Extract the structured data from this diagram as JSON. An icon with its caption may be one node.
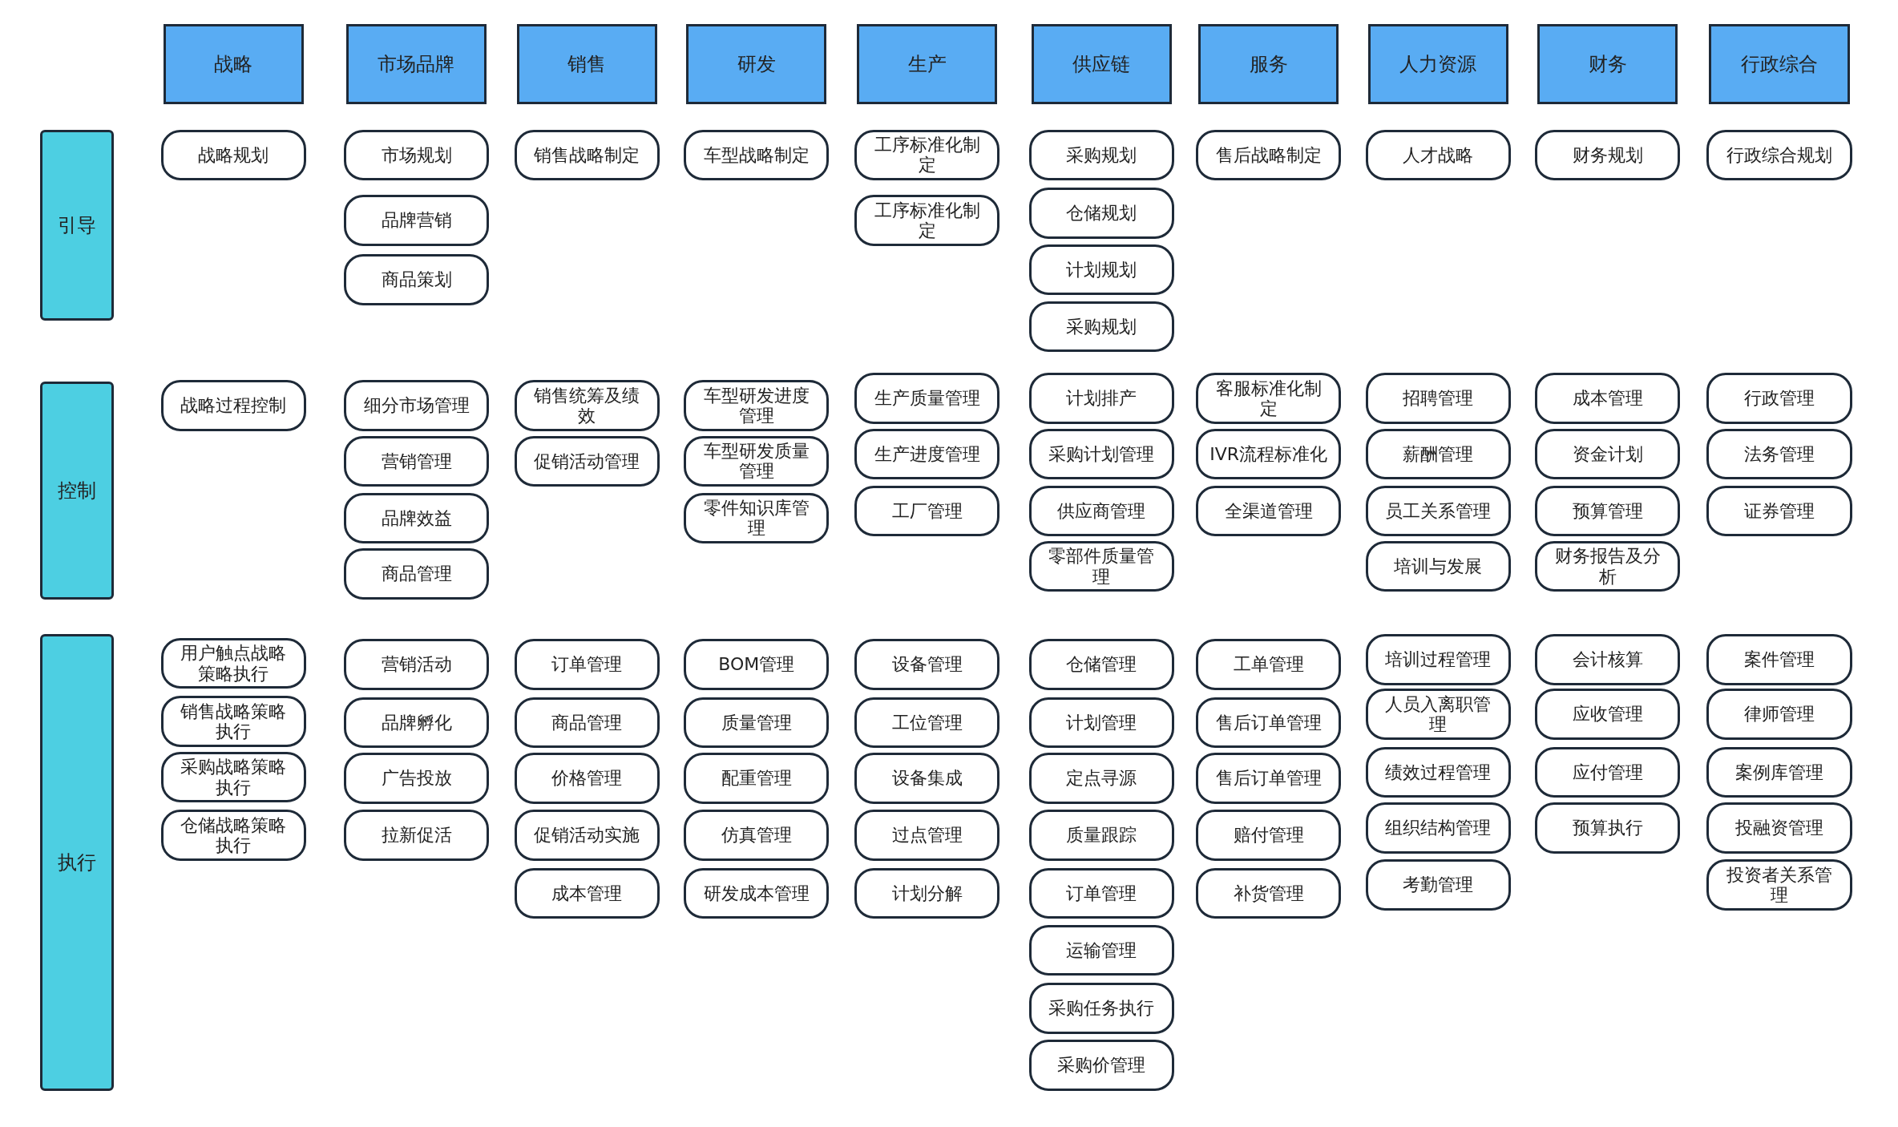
{
  "diagram": {
    "nodes": [
      {
        "text": [
          "战略"
        ]
      },
      {
        "text": [
          "市场品牌"
        ]
      },
      {
        "text": [
          "销售"
        ]
      },
      {
        "text": [
          "研发"
        ]
      },
      {
        "text": [
          "生产"
        ]
      },
      {
        "text": [
          "供应链"
        ]
      },
      {
        "text": [
          "服务"
        ]
      },
      {
        "text": [
          "人力资源"
        ]
      },
      {
        "text": [
          "财务"
        ]
      },
      {
        "text": [
          "行政综合"
        ]
      },
      {
        "text": [
          "引导"
        ]
      },
      {
        "text": [
          "战略规划"
        ]
      },
      {
        "text": [
          "市场规划"
        ]
      },
      {
        "text": [
          "品牌营销"
        ]
      },
      {
        "text": [
          "商品策划"
        ]
      },
      {
        "text": [
          "销售战略制定"
        ]
      },
      {
        "text": [
          "车型战略制定"
        ]
      },
      {
        "text": [
          "工序标准化制定"
        ]
      },
      {
        "text": [
          "工序标准化制定"
        ]
      },
      {
        "text": [
          "采购规划"
        ]
      },
      {
        "text": [
          "仓储规划"
        ]
      },
      {
        "text": [
          "计划规划"
        ]
      },
      {
        "text": [
          "采购规划"
        ]
      },
      {
        "text": [
          "售后战略制定"
        ]
      },
      {
        "text": [
          "人才战略"
        ]
      },
      {
        "text": [
          "财务规划"
        ]
      },
      {
        "text": [
          "行政综合规划"
        ]
      },
      {
        "text": [
          "控制"
        ]
      },
      {
        "text": [
          "战略过程控制"
        ]
      },
      {
        "text": [
          "细分市场管理"
        ]
      },
      {
        "text": [
          "营销管理"
        ]
      },
      {
        "text": [
          "品牌效益"
        ]
      },
      {
        "text": [
          "商品管理"
        ]
      },
      {
        "text": [
          "销售统筹及绩效"
        ]
      },
      {
        "text": [
          "促销活动管理"
        ]
      },
      {
        "text": [
          "车型研发进度管理"
        ]
      },
      {
        "text": [
          "车型研发质量管理"
        ]
      },
      {
        "text": [
          "零件知识库管理"
        ]
      },
      {
        "text": [
          "生产质量管理"
        ]
      },
      {
        "text": [
          "生产进度管理"
        ]
      },
      {
        "text": [
          "工厂管理"
        ]
      },
      {
        "text": [
          "计划排产"
        ]
      },
      {
        "text": [
          "采购计划管理"
        ]
      },
      {
        "text": [
          "供应商管理"
        ]
      },
      {
        "text": [
          "零部件质量管理"
        ]
      },
      {
        "text": [
          "客服标准化制定"
        ]
      },
      {
        "text": [
          "IVR流程标准化"
        ]
      },
      {
        "text": [
          "全渠道管理"
        ]
      },
      {
        "text": [
          "招聘管理"
        ]
      },
      {
        "text": [
          "薪酬管理"
        ]
      },
      {
        "text": [
          "员工关系管理"
        ]
      },
      {
        "text": [
          "培训与发展"
        ]
      },
      {
        "text": [
          "成本管理"
        ]
      },
      {
        "text": [
          "资金计划"
        ]
      },
      {
        "text": [
          "预算管理"
        ]
      },
      {
        "text": [
          "财务报告及分析"
        ]
      },
      {
        "text": [
          "行政管理"
        ]
      },
      {
        "text": [
          "法务管理"
        ]
      },
      {
        "text": [
          "证券管理"
        ]
      },
      {
        "text": [
          "执行"
        ]
      },
      {
        "text": [
          "用户触点战略策略执行"
        ]
      },
      {
        "text": [
          "销售战略策略执行"
        ]
      },
      {
        "text": [
          "采购战略策略执行"
        ]
      },
      {
        "text": [
          "仓储战略策略执行"
        ]
      },
      {
        "text": [
          "营销活动"
        ]
      },
      {
        "text": [
          "品牌孵化"
        ]
      },
      {
        "text": [
          "广告投放"
        ]
      },
      {
        "text": [
          "拉新促活"
        ]
      },
      {
        "text": [
          "订单管理"
        ]
      },
      {
        "text": [
          "商品管理"
        ]
      },
      {
        "text": [
          "价格管理"
        ]
      },
      {
        "text": [
          "促销活动实施"
        ]
      },
      {
        "text": [
          "成本管理"
        ]
      },
      {
        "text": [
          "BOM管理"
        ]
      },
      {
        "text": [
          "质量管理"
        ]
      },
      {
        "text": [
          "配重管理"
        ]
      },
      {
        "text": [
          "仿真管理"
        ]
      },
      {
        "text": [
          "研发成本管理"
        ]
      },
      {
        "text": [
          "设备管理"
        ]
      },
      {
        "text": [
          "工位管理"
        ]
      },
      {
        "text": [
          "设备集成"
        ]
      },
      {
        "text": [
          "过点管理"
        ]
      },
      {
        "text": [
          "计划分解"
        ]
      },
      {
        "text": [
          "仓储管理"
        ]
      },
      {
        "text": [
          "计划管理"
        ]
      },
      {
        "text": [
          "定点寻源"
        ]
      },
      {
        "text": [
          "质量跟踪"
        ]
      },
      {
        "text": [
          "订单管理"
        ]
      },
      {
        "text": [
          "运输管理"
        ]
      },
      {
        "text": [
          "采购任务执行"
        ]
      },
      {
        "text": [
          "采购价管理"
        ]
      },
      {
        "text": [
          "工单管理"
        ]
      },
      {
        "text": [
          "售后订单管理"
        ]
      },
      {
        "text": [
          "售后订单管理"
        ]
      },
      {
        "text": [
          "赔付管理"
        ]
      },
      {
        "text": [
          "补货管理"
        ]
      },
      {
        "text": [
          "培训过程管理"
        ]
      },
      {
        "text": [
          "人员入离职管理"
        ]
      },
      {
        "text": [
          "绩效过程管理"
        ]
      },
      {
        "text": [
          "组织结构管理"
        ]
      },
      {
        "text": [
          "考勤管理"
        ]
      },
      {
        "text": [
          "会计核算"
        ]
      },
      {
        "text": [
          "应收管理"
        ]
      },
      {
        "text": [
          "应付管理"
        ]
      },
      {
        "text": [
          "预算执行"
        ]
      },
      {
        "text": [
          "案件管理"
        ]
      },
      {
        "text": [
          "律师管理"
        ]
      },
      {
        "text": [
          "案例库管理"
        ]
      },
      {
        "text": [
          "投融资管理"
        ]
      },
      {
        "text": [
          "投资者关系管理"
        ]
      }
    ],
    "edges": []
  }
}
